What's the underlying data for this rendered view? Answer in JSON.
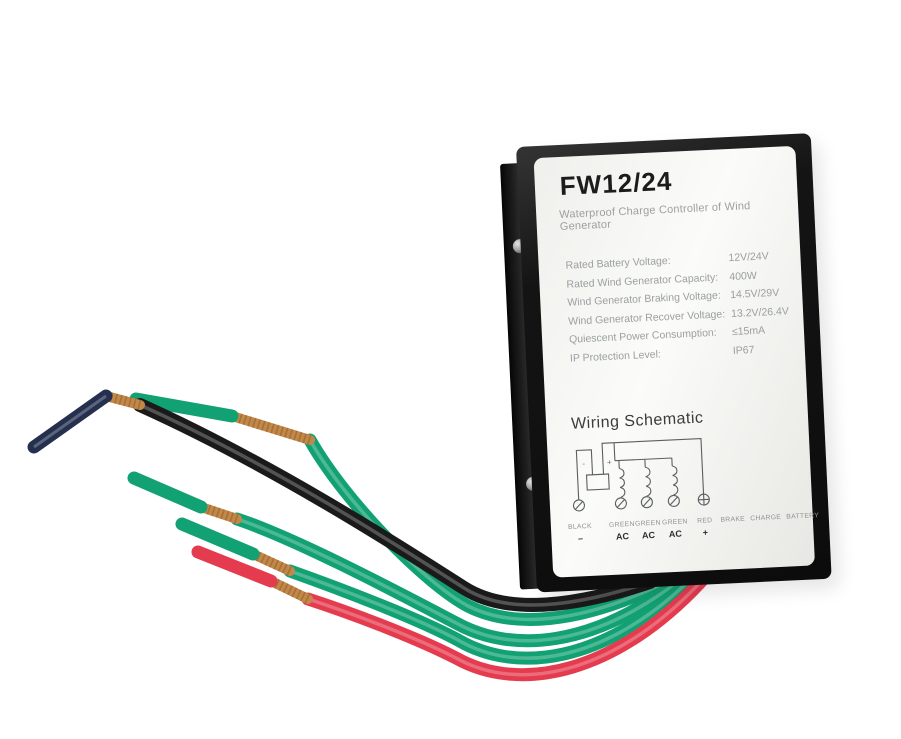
{
  "product": {
    "model": "FW12/24",
    "subtitle": "Waterproof Charge Controller of Wind Generator",
    "specs": [
      {
        "label": "Rated Battery Voltage:",
        "value": "12V/24V"
      },
      {
        "label": "Rated Wind Generator Capacity:",
        "value": "400W"
      },
      {
        "label": "Wind Generator Braking Voltage:",
        "value": "14.5V/29V"
      },
      {
        "label": "Wind Generator Recover Voltage:",
        "value": "13.2V/26.4V"
      },
      {
        "label": "Quiescent Power Consumption:",
        "value": "≤15mA"
      },
      {
        "label": "IP Protection Level:",
        "value": "IP67"
      }
    ],
    "wiring": {
      "title": "Wiring Schematic",
      "minus_mark": "-",
      "plus_mark": "+",
      "terminals": [
        {
          "name": "BLACK",
          "sub": "–"
        },
        {
          "name": "GREEN",
          "sub": "AC"
        },
        {
          "name": "GREEN",
          "sub": "AC"
        },
        {
          "name": "GREEN",
          "sub": "AC"
        },
        {
          "name": "RED",
          "sub": "+"
        },
        {
          "name": "BRAKE",
          "sub": ""
        },
        {
          "name": "CHARGE",
          "sub": ""
        },
        {
          "name": "BATTERY",
          "sub": ""
        }
      ]
    }
  },
  "colors": {
    "wire_black": "#1a1a1a",
    "wire_green": "#12A173",
    "wire_red": "#E53B4F",
    "copper": "#C2884A",
    "copper_dark": "#8a5724",
    "copper_light": "#eec07f",
    "wire_tip_navy": "#25304f",
    "sheen": "rgba(255,255,255,0.25)"
  }
}
